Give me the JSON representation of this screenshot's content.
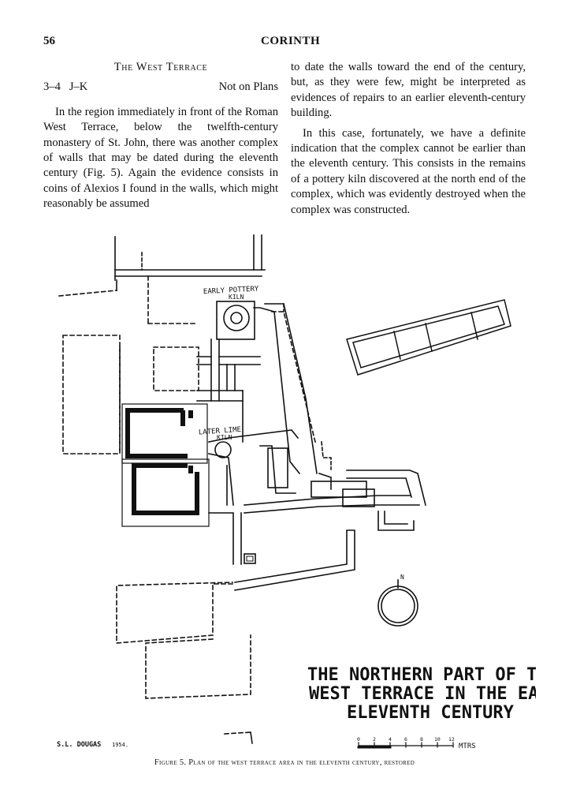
{
  "header": {
    "page_number": "56",
    "running_head": "CORINTH"
  },
  "section": {
    "title": "The West Terrace",
    "grid_ref": "3–4   J–K",
    "plans_note": "Not on Plans"
  },
  "left_column": {
    "paragraph_1": "In the region immediately in front of the Roman West Terrace, below the twelfth-century monastery of St. John, there was another complex of walls that may be dated during the eleventh century (Fig. 5). Again the evidence consists in coins of Alexios I found in the walls, which might reasonably be assumed"
  },
  "right_column": {
    "paragraph_1": "to date the walls toward the end of the century, but, as they were few, might be interpreted as evidences of repairs to an earlier eleventh-century building.",
    "paragraph_2": "In this case, fortunately, we have a definite indication that the complex cannot be earlier than the eleventh century. This consists in the remains of a pottery kiln discovered at the north end of the complex, which was evidently destroyed when the complex was constructed."
  },
  "figure": {
    "label_pottery_kiln_line1": "EARLY POTTERY",
    "label_pottery_kiln_line2": "KILN",
    "label_lime_kiln_line1": "LATER LIME",
    "label_lime_kiln_line2": "KILN",
    "north_label": "N",
    "title_line1": "THE NORTHERN PART OF THE",
    "title_line2": "WEST TERRACE IN THE EARLY",
    "title_line3": "ELEVENTH CENTURY",
    "scale_ticks": [
      "0",
      "2",
      "4",
      "6",
      "8",
      "10",
      "12"
    ],
    "scale_unit": "MTRS",
    "signature": "S.L. DOUGAS",
    "signature_year": "1954."
  },
  "caption": "Figure 5. Plan of the west terrace area in the eleventh century, restored"
}
